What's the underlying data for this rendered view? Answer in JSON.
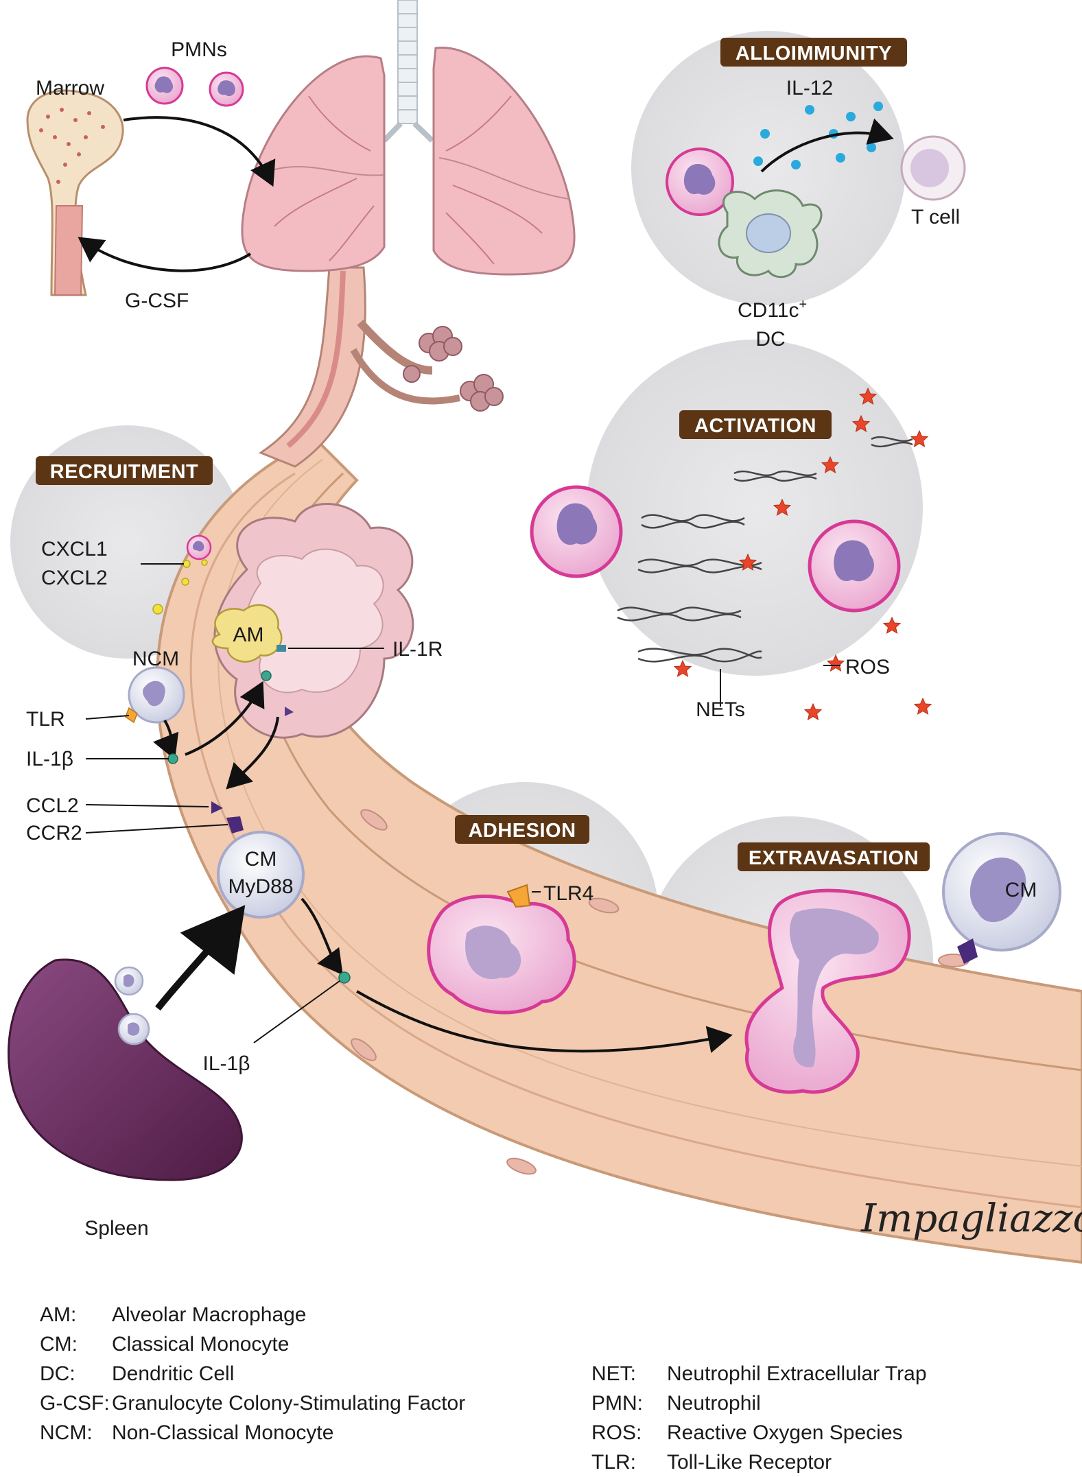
{
  "sections": {
    "alloimmunity": "ALLOIMMUNITY",
    "activation": "ACTIVATION",
    "recruitment": "RECRUITMENT",
    "adhesion": "ADHESION",
    "extravasation": "EXTRAVASATION"
  },
  "labels": {
    "pmns": "PMNs",
    "marrow": "Marrow",
    "gcsf": "G-CSF",
    "il12": "IL-12",
    "tcell": "T cell",
    "cd11c": "CD11c",
    "cd11c_sup": "+",
    "dc": "DC",
    "cxcl1": "CXCL1",
    "cxcl2": "CXCL2",
    "am": "AM",
    "il1r": "IL-1R",
    "ncm": "NCM",
    "tlr": "TLR",
    "il1b_upper": "IL-1β",
    "ccl2": "CCL2",
    "ccr2": "CCR2",
    "cm_main": "CM",
    "myd88": "MyD88",
    "tlr4": "TLR4",
    "cm_right": "CM",
    "nets": "NETs",
    "ros": "ROS",
    "il1b_lower": "IL-1β",
    "spleen": "Spleen",
    "signature": "Impagliazzo"
  },
  "legend_left": [
    {
      "abbr": "AM:",
      "desc": "Alveolar Macrophage"
    },
    {
      "abbr": "CM:",
      "desc": "Classical Monocyte"
    },
    {
      "abbr": "DC:",
      "desc": "Dendritic Cell"
    },
    {
      "abbr": "G-CSF:",
      "desc": "Granulocyte Colony-Stimulating Factor"
    },
    {
      "abbr": "NCM:",
      "desc": "Non-Classical Monocyte"
    }
  ],
  "legend_right": [
    {
      "abbr": "NET:",
      "desc": "Neutrophil Extracellular Trap"
    },
    {
      "abbr": "PMN:",
      "desc": "Neutrophil"
    },
    {
      "abbr": "ROS:",
      "desc": "Reactive Oxygen Species"
    },
    {
      "abbr": "TLR:",
      "desc": "Toll-Like Receptor"
    }
  ],
  "colors": {
    "banner": "#5c3514",
    "neutrophil_membrane": "#d63a95",
    "neutrophil_fill": "#f2c6e2",
    "nucleus": "#8c77b8",
    "lung": "#f0b7bf",
    "vessel": "#f3d0b5",
    "spleen": "#6b2d5e",
    "ros_star": "#e8452a",
    "il12_dot": "#2aa9dd",
    "il1b_dot": "#3aa88e",
    "ccl2": "#4a2a7a",
    "tlr4": "#f6a636",
    "circle_bg": "#e4e4e6"
  }
}
